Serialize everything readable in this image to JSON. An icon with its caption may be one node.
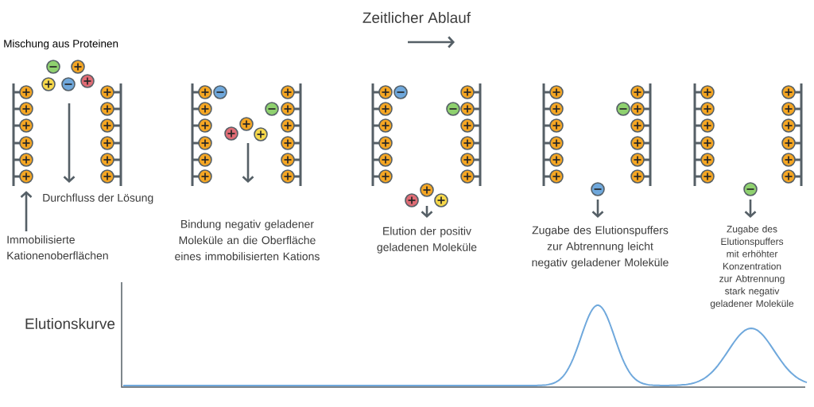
{
  "diagram": {
    "nodes": [
      {
        "text": [
          "Immobilisierte Kationenoberflächen"
        ]
      },
      {
        "text": [],
        "shape": "bar"
      }
    ],
    "edges": [
      {
        "from": 0,
        "to": 1,
        "arrow": "to"
      }
    ],
    "labels": [
      "Zeitlicher Ablauf",
      "Mischung aus Proteinen",
      "Durchfluss der Lösung",
      "Bindung negativ geladener Moleküle an die Oberfläche eines immobilisierten Kations",
      "Elution der positiv geladenen Moleküle",
      "Zugabe des Elutionspuffers zur Abtrennung leicht negativ geladener Moleküle",
      "Zugabe des Elutionspuffers mit erhöhter Konzentration zur Abtrennung stark negativ geladener Moleküle",
      "Elutionskurve"
    ]
  }
}
